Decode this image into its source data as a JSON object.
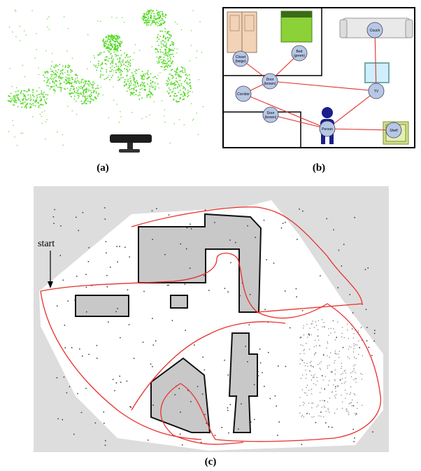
{
  "captions": {
    "a": "(a)",
    "b": "(b)",
    "c": "(c)"
  },
  "panel_b": {
    "nodes": [
      {
        "id": "closet",
        "lines": [
          "Closet",
          "(beige)"
        ]
      },
      {
        "id": "bed",
        "lines": [
          "Bed",
          "(green)"
        ]
      },
      {
        "id": "couch",
        "lines": [
          "Couch"
        ]
      },
      {
        "id": "door1",
        "lines": [
          "Door",
          "(brown)"
        ]
      },
      {
        "id": "tv",
        "lines": [
          "TV"
        ]
      },
      {
        "id": "corridor",
        "lines": [
          "Corridor"
        ]
      },
      {
        "id": "door2",
        "lines": [
          "Door",
          "(brown)"
        ]
      },
      {
        "id": "person",
        "lines": [
          "Person"
        ]
      },
      {
        "id": "shelf",
        "lines": [
          "Shelf"
        ]
      }
    ],
    "edges": [
      [
        "closet",
        "door1"
      ],
      [
        "bed",
        "door1"
      ],
      [
        "door1",
        "corridor"
      ],
      [
        "door1",
        "tv"
      ],
      [
        "couch",
        "tv"
      ],
      [
        "corridor",
        "person"
      ],
      [
        "door2",
        "person"
      ],
      [
        "tv",
        "person"
      ],
      [
        "person",
        "shelf"
      ]
    ],
    "colors": {
      "node_fill": "#b7c7e6",
      "edge": "#e0302c",
      "wall": "#000000"
    }
  },
  "panel_c": {
    "start_label": "start",
    "colors": {
      "trajectory": "#e8302c",
      "background": "#dddddd",
      "building": "#c8c8c8"
    }
  },
  "panel_a": {
    "colors": {
      "points": "#4fd81f",
      "sensor": "#1a1a1a"
    }
  }
}
